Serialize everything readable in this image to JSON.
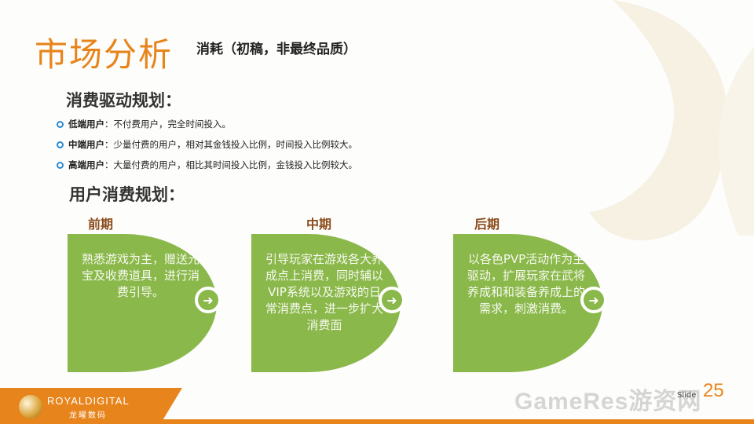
{
  "title": "市场分析",
  "subtitle": "消耗（初稿，非最终品质）",
  "section1": {
    "heading": "消费驱动规划：",
    "bullets": [
      {
        "name": "低端用户",
        "text": "：不付费用户，完全时间投入。"
      },
      {
        "name": "中端用户",
        "text": "：少量付费的用户，相对其金钱投入比例，时间投入比例较大。"
      },
      {
        "name": "高端用户",
        "text": "：大量付费的用户，相比其时间投入比例，金钱投入比例较大。"
      }
    ]
  },
  "section2": {
    "heading": "用户消费规划：",
    "phases": [
      {
        "label": "前期",
        "text": "熟悉游戏为主，赠送元宝及收费道具，进行消费引导。"
      },
      {
        "label": "中期",
        "text": "引导玩家在游戏各大养成点上消费，同时辅以VIP系统以及游戏的日常消费点，进一步扩大消费面"
      },
      {
        "label": "后期",
        "text": "以各色PVP活动作为主驱动，扩展玩家在武将养成和和装备养成上的需求，刺激消费。"
      }
    ]
  },
  "footer": {
    "logo_text": "ROYALDIGITAL",
    "logo_sub": "龙曜数码",
    "slide_word": "Slide",
    "slide_number": "25",
    "watermark": "GameRes游资网"
  },
  "colors": {
    "accent_orange": "#e8841c",
    "card_green": "#8ab84a",
    "bullet_blue": "#2a8ad4"
  },
  "icons": {
    "bullet": "ring-bullet-icon",
    "arrow": "arrow-right-icon",
    "logo": "royaldigital-logo-icon"
  }
}
